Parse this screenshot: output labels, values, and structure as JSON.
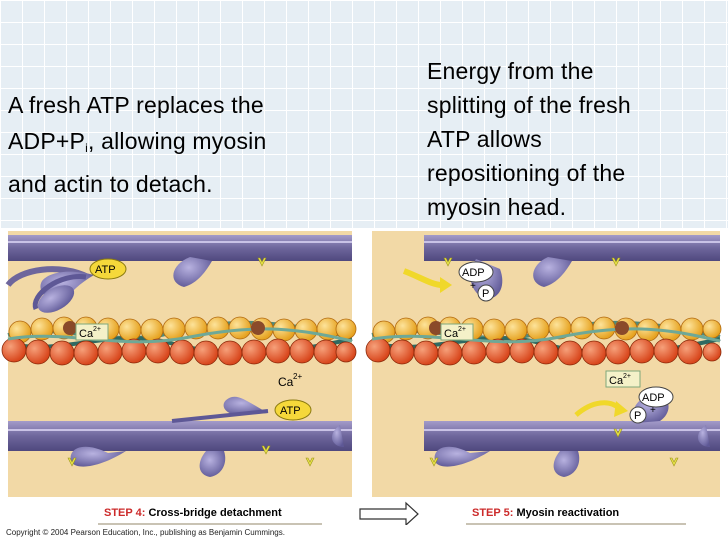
{
  "caption_left": {
    "line1": "A fresh ATP replaces the",
    "line2_a": "ADP+P",
    "line2_sub": "i",
    "line2_b": ", allowing myosin",
    "line3": "and actin to detach."
  },
  "caption_right": {
    "line1": "Energy from the",
    "line2": "splitting of the fresh",
    "line3": "ATP allows",
    "line4": "repositioning of the",
    "line5": "myosin head."
  },
  "labels": {
    "atp": "ATP",
    "ca": "Ca",
    "ca_sup": "2+",
    "adp": "ADP",
    "plus": "+",
    "p": "P"
  },
  "steps": {
    "step4_num": "STEP 4:",
    "step4_text": "Cross-bridge detachment",
    "step5_num": "STEP 5:",
    "step5_text": "Myosin reactivation"
  },
  "copyright": "Copyright © 2004 Pearson Education, Inc., publishing as Benjamin Cummings.",
  "colors": {
    "background": "#e6eef4",
    "panel": "#f2d9a6",
    "filament": "#7d74a6",
    "actin_bead": "#e85a2a",
    "actin_bead_yellow": "#f2b23a",
    "myosin_head": "#8a84c0",
    "atp_label": "#f5d83a",
    "step_number": "#cc2a2a"
  },
  "icons": [
    "arrow-right-icon",
    "myosin-head-icon",
    "troponin-icon"
  ]
}
